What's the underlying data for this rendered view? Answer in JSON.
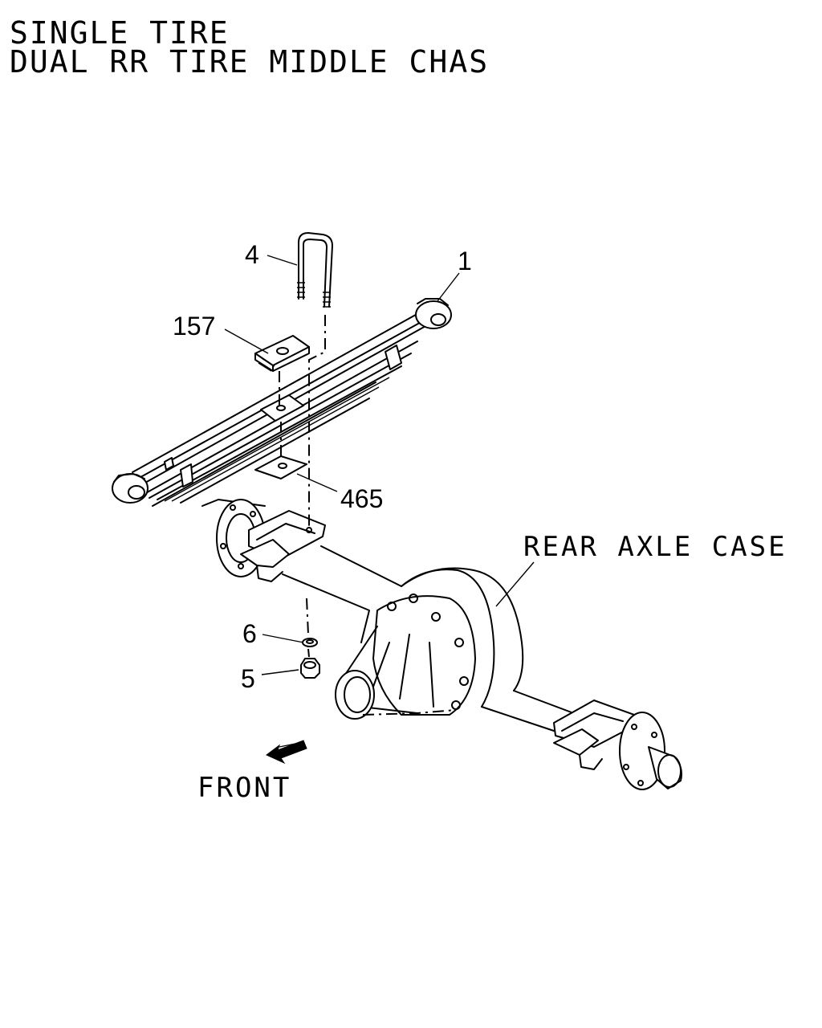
{
  "title": {
    "line1": "SINGLE TIRE",
    "line2": "DUAL RR TIRE MIDDLE CHAS"
  },
  "callouts": {
    "spring": "1",
    "u_bolt": "4",
    "clip_plate": "157",
    "spacer_plate": "465",
    "washer": "6",
    "nut": "5"
  },
  "assembly_label": "REAR AXLE CASE",
  "direction": {
    "label": "FRONT",
    "icon": "arrow-front-icon"
  }
}
